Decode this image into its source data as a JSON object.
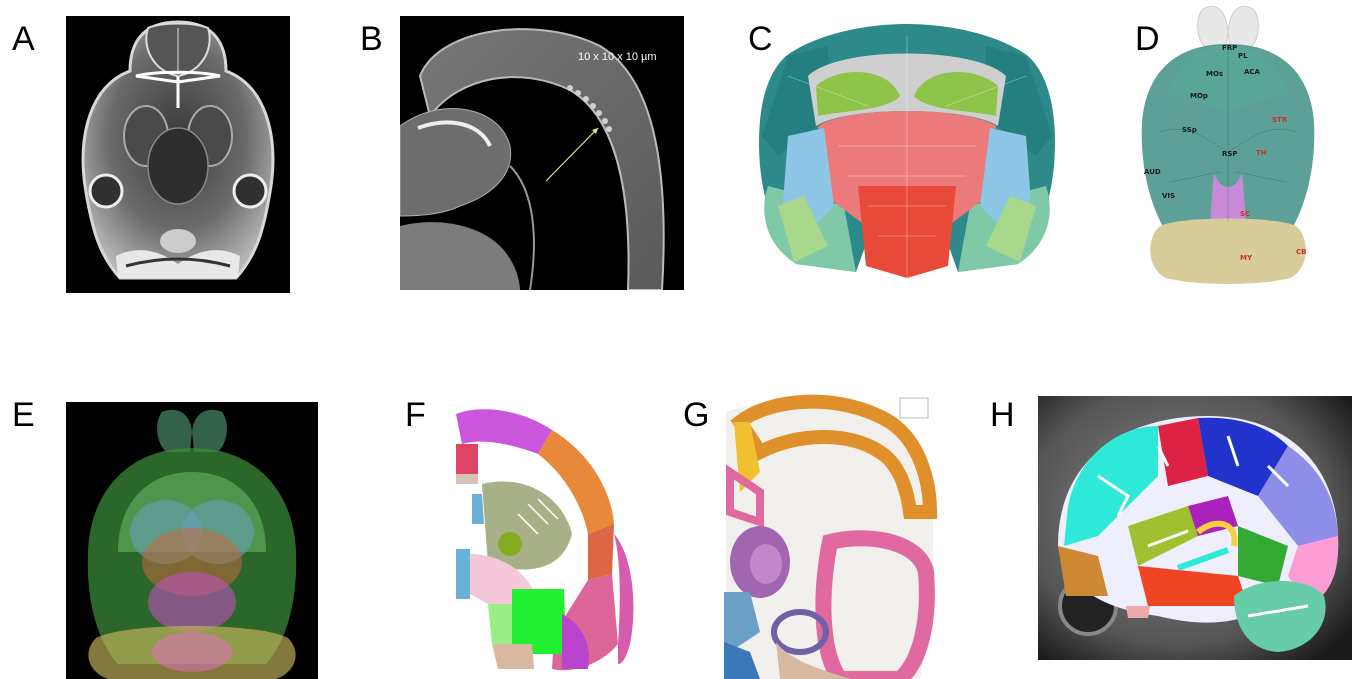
{
  "figure": {
    "panels": [
      {
        "id": "A",
        "letter": "A"
      },
      {
        "id": "B",
        "letter": "B",
        "annotation": "10 x 10 x 10 µm"
      },
      {
        "id": "C",
        "letter": "C"
      },
      {
        "id": "D",
        "letter": "D",
        "regions": [
          "FRP",
          "PL",
          "MOs",
          "ACA",
          "MOp",
          "SSp",
          "STR",
          "RSP",
          "TH",
          "AUD",
          "VIS",
          "SC",
          "MY",
          "CB"
        ]
      },
      {
        "id": "E",
        "letter": "E"
      },
      {
        "id": "F",
        "letter": "F"
      },
      {
        "id": "G",
        "letter": "G"
      },
      {
        "id": "H",
        "letter": "H"
      }
    ]
  },
  "colors": {
    "background": "#ffffff",
    "mri_dark": "#000000",
    "cortex_teal": "#2e8a8a",
    "hippocampus_green": "#8fc44a",
    "thalamus_red": "#e8585a",
    "fiber_gray": "#cfcfcf",
    "striatum_blue": "#8ec6e6",
    "d_cerebellum": "#d8cc9a",
    "d_midbrain": "#c88ad8",
    "f_magenta": "#cc55dd",
    "f_orange": "#e8883a",
    "f_olive": "#a8b088",
    "f_green": "#22ee33",
    "f_pink": "#dd6699",
    "g_orange": "#e0902a",
    "g_pink": "#e06aa0",
    "g_purple": "#a066b0",
    "h_cyan": "#2ee8d8",
    "h_red": "#dd2244",
    "h_blue": "#2233cc",
    "h_cerebellum": "#66ccaa"
  }
}
